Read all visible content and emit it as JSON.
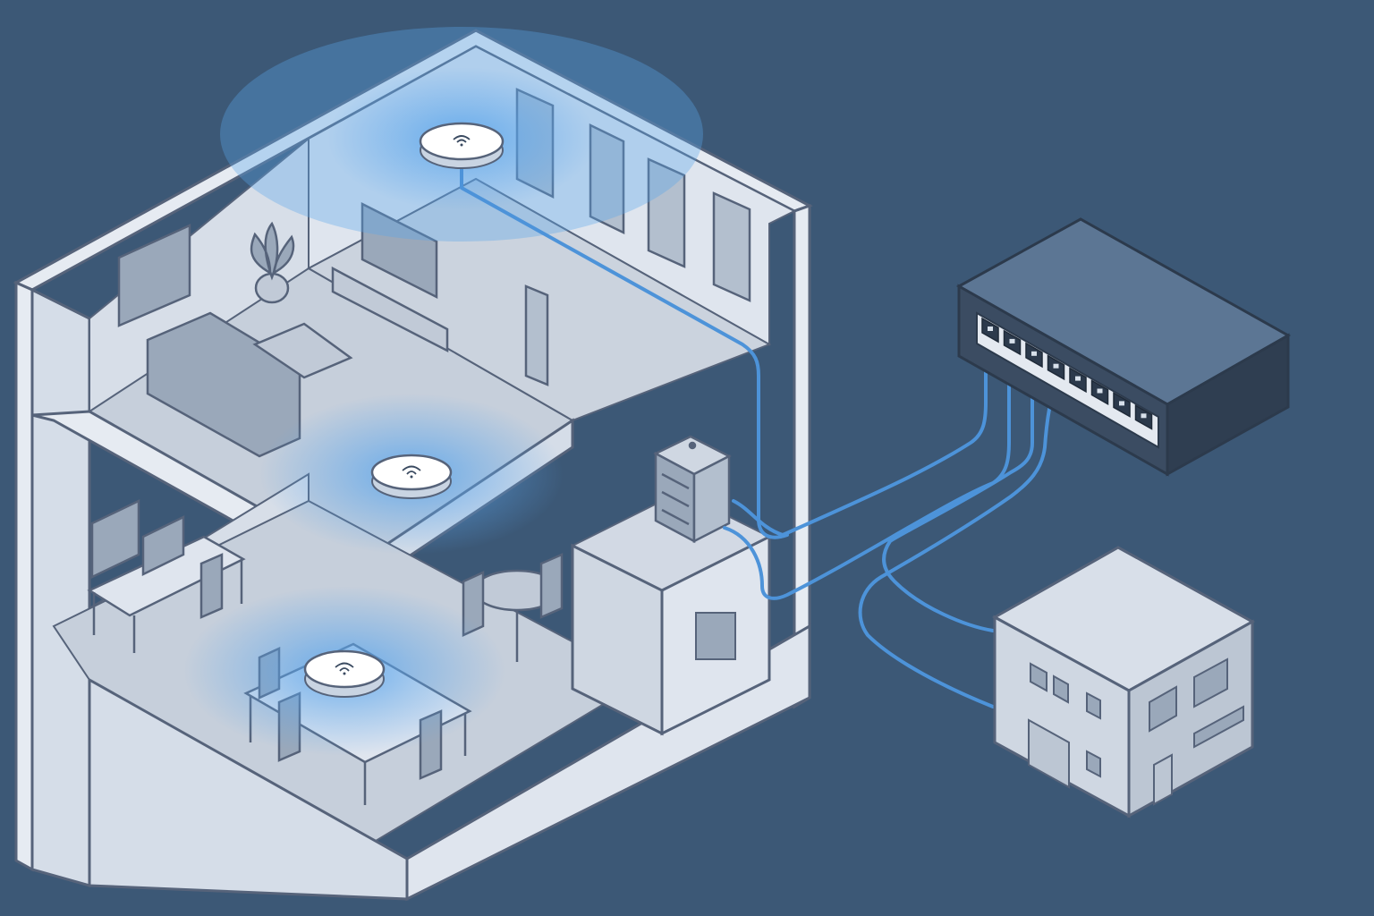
{
  "colors": {
    "background": "#3c5876",
    "wall_face": "#d5dde8",
    "wall_light": "#e6ebf2",
    "floor": "#c6cfdb",
    "outline": "#56637a",
    "furniture": "#9aa8ba",
    "cable": "#4d93d9",
    "signal": "#5aa5ec",
    "ap_body": "#ffffff",
    "switch_top": "#5c7694",
    "switch_front": "#3b4c62",
    "switch_side": "#2f3e51",
    "remote_top": "#d8dfe9",
    "remote_front": "#cfd7e2",
    "remote_side": "#bcc6d3"
  },
  "icons": {
    "access_point": "wifi-icon",
    "network_switch": "ethernet-switch-icon",
    "server_rack": "server-rack-icon",
    "remote_building": "building-icon"
  },
  "devices": {
    "access_points": 3,
    "switch_ports": 8,
    "uplink_cables": 4
  }
}
